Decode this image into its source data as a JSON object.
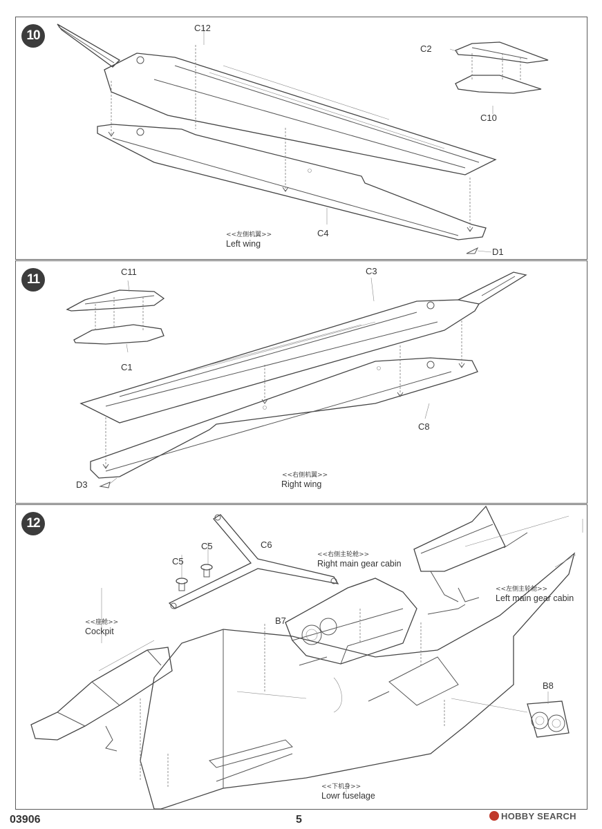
{
  "steps": {
    "s10": {
      "number": "10",
      "labels": {
        "c12": "C12",
        "c2": "C2",
        "c10": "C10",
        "c4": "C4",
        "d1": "D1"
      },
      "caption_cn": "<<左侧机翼>>",
      "caption_en": "Left wing"
    },
    "s11": {
      "number": "11",
      "labels": {
        "c11": "C11",
        "c3": "C3",
        "c1": "C1",
        "c8": "C8",
        "d3": "D3"
      },
      "caption_cn": "<<右侧机翼>>",
      "caption_en": "Right wing"
    },
    "s12": {
      "number": "12",
      "labels": {
        "c5a": "C5",
        "c5b": "C5",
        "c6": "C6",
        "b7": "B7",
        "b8": "B8"
      },
      "captions": {
        "right_gear_cn": "<<右侧主轮舱>>",
        "right_gear_en": "Right main gear cabin",
        "left_gear_cn": "<<左侧主轮舱>>",
        "left_gear_en": "Left main gear cabin",
        "cockpit_cn": "<<座舱>>",
        "cockpit_en": "Cockpit",
        "fuselage_cn": "<<下机身>>",
        "fuselage_en": "Lowr fuselage"
      }
    }
  },
  "footer": {
    "code": "03906",
    "page": "5",
    "watermark": "HOBBY SEARCH"
  }
}
